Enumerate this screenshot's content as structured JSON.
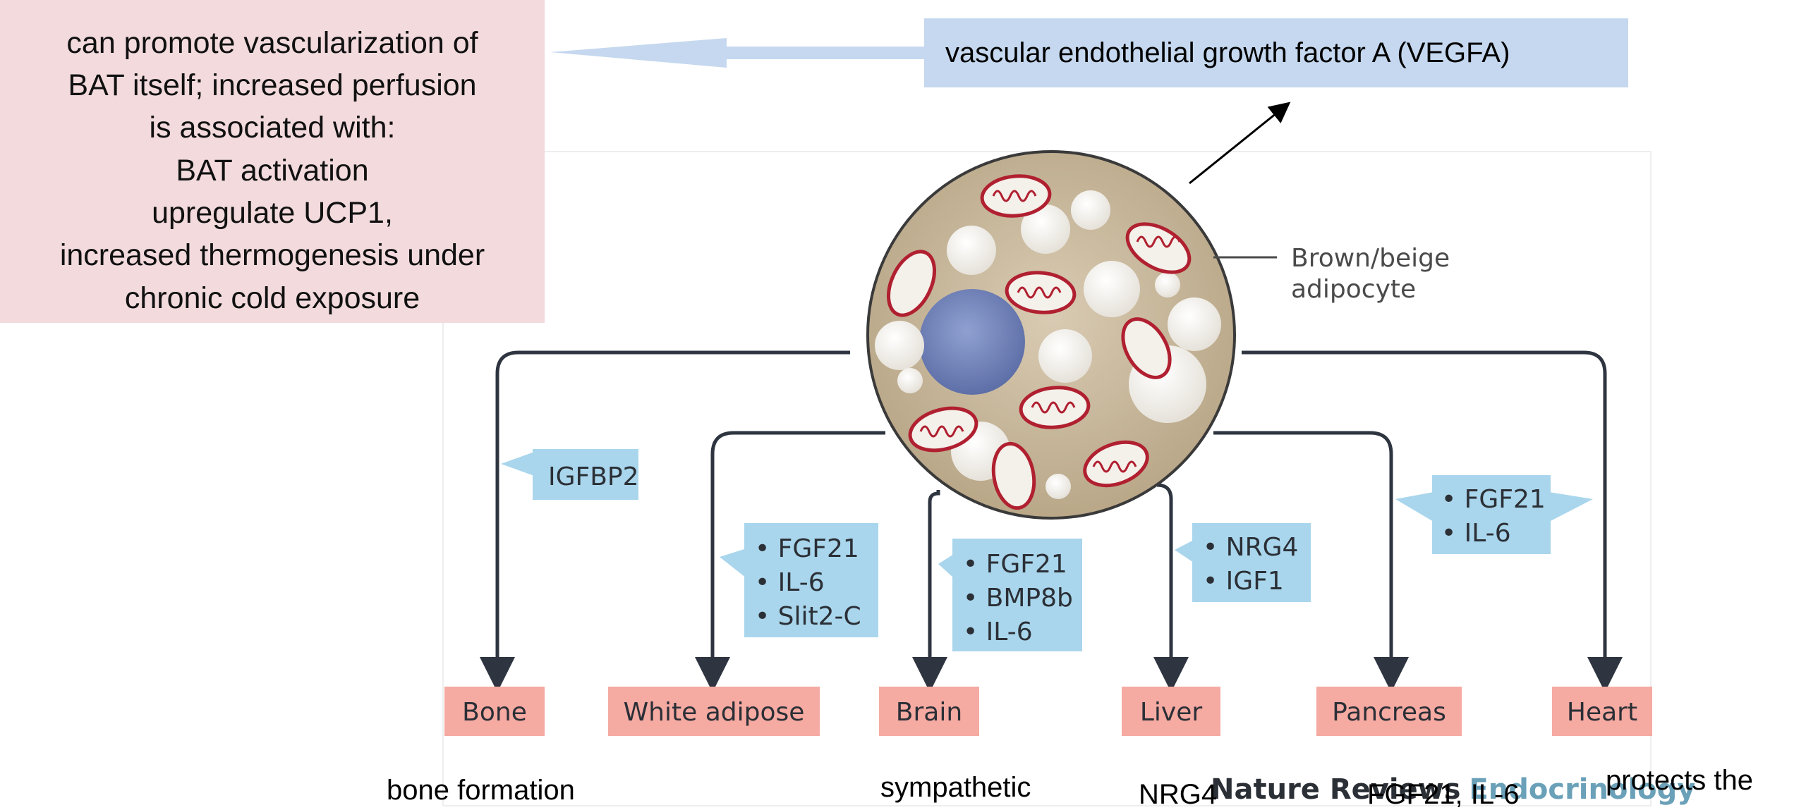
{
  "overlay_note": {
    "lines": [
      "can promote vascularization of",
      "BAT itself; increased perfusion",
      "is associated with:",
      "BAT activation",
      "upregulate UCP1,",
      "increased thermogenesis under",
      "chronic cold exposure"
    ]
  },
  "vegfa_label": "vascular endothelial growth factor A (VEGFA)",
  "adipocyte_label": [
    "Brown/beige",
    "adipocyte"
  ],
  "organs": [
    {
      "name": "Bone"
    },
    {
      "name": "White adipose"
    },
    {
      "name": "Brain"
    },
    {
      "name": "Liver"
    },
    {
      "name": "Pancreas"
    },
    {
      "name": "Heart"
    }
  ],
  "factors": {
    "bone": [
      "IGFBP2"
    ],
    "white_adipose": [
      "• FGF21",
      "• IL-6",
      "• Slit2-C"
    ],
    "brain": [
      "• FGF21",
      "• BMP8b",
      "• IL-6"
    ],
    "liver": [
      "• NRG4",
      "• IGF1"
    ],
    "heart": [
      "• FGF21",
      "• IL-6"
    ]
  },
  "bottom_notes": {
    "bone": "bone formation",
    "brain": "sympathetic",
    "liver": "NRG4",
    "pancreas": "FGF21, IL-6",
    "heart": "protects the"
  },
  "journal": {
    "part1": "Nature Reviews",
    "part2": "Endocrinology"
  },
  "colors": {
    "organ_fill": "#f5aaa2",
    "factor_fill": "#a9d6ec",
    "note_fill": "#f2dadd",
    "vegfa_fill": "#c5d8ef",
    "arrow_line": "#2e3540",
    "journal_gray": "#6aa0b8"
  }
}
